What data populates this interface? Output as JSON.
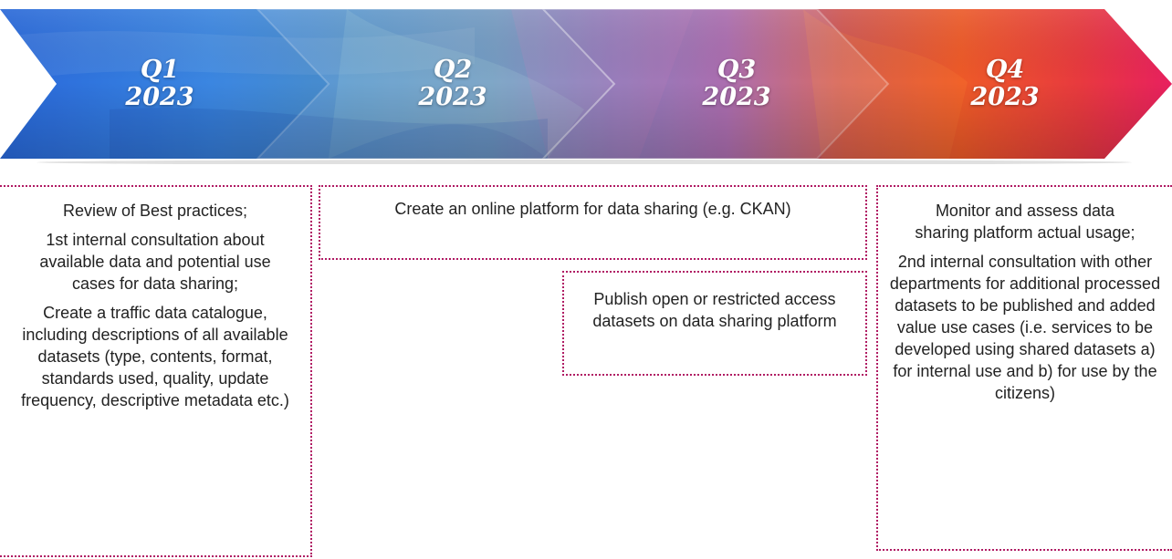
{
  "timeline": {
    "quarters": [
      {
        "q": "Q1",
        "year": "2023"
      },
      {
        "q": "Q2",
        "year": "2023"
      },
      {
        "q": "Q3",
        "year": "2023"
      },
      {
        "q": "Q4",
        "year": "2023"
      }
    ]
  },
  "boxes": {
    "q1": [
      "Review of Best practices;",
      "1st internal consultation about available data and potential use cases for data sharing;",
      "Create a traffic data catalogue, including descriptions of all available datasets (type, contents, format, standards used, quality, update frequency, descriptive metadata etc.)"
    ],
    "q2_q3": [
      "Create an online platform for data sharing (e.g. CKAN)"
    ],
    "q3": [
      "Publish open or restricted access datasets on data sharing platform"
    ],
    "q4": [
      "Monitor and assess data sharing platform actual usage;",
      "2nd internal consultation with other departments for additional processed datasets to be published and added value use cases (i.e. services to be developed using shared datasets a) for internal use and b) for use by the citizens)"
    ]
  },
  "colors": {
    "border": "#b01a63",
    "q1": "#1e6fd6",
    "q2": "#4a8fc8",
    "q3": "#8b4fa6",
    "q4": "#e6483a"
  }
}
